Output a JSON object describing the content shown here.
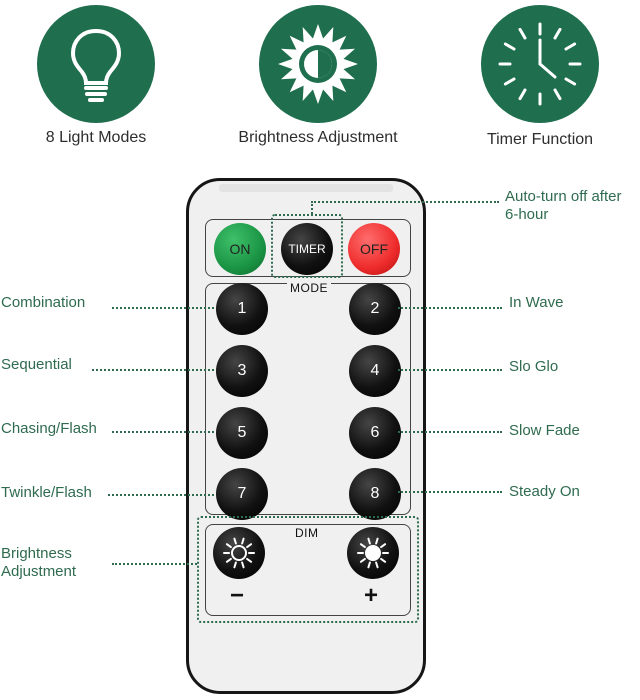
{
  "features": [
    {
      "icon": "light-bulb-icon",
      "label": "8 Light Modes"
    },
    {
      "icon": "sun-brightness-icon",
      "label": "Brightness Adjustment"
    },
    {
      "icon": "clock-icon",
      "label": "Timer Function"
    }
  ],
  "colors": {
    "brand_green": "#1f6f4f",
    "label_green": "#2f6b4f",
    "on_green": "#1a9444",
    "off_red": "#ee2b2b"
  },
  "remote": {
    "power": {
      "on": "ON",
      "timer": "TIMER",
      "off": "OFF"
    },
    "mode_title": "MODE",
    "mode_buttons": [
      "1",
      "2",
      "3",
      "4",
      "5",
      "6",
      "7",
      "8"
    ],
    "dim_title": "DIM",
    "dim_minus": "−",
    "dim_plus": "+"
  },
  "callouts": {
    "timer_line1": "Auto-turn off after",
    "timer_line2": "6-hour",
    "mode_labels": [
      "Combination",
      "In Wave",
      "Sequential",
      "Slo Glo",
      "Chasing/Flash",
      "Slow Fade",
      "Twinkle/Flash",
      "Steady On"
    ],
    "brightness_line1": "Brightness",
    "brightness_line2": "Adjustment"
  }
}
